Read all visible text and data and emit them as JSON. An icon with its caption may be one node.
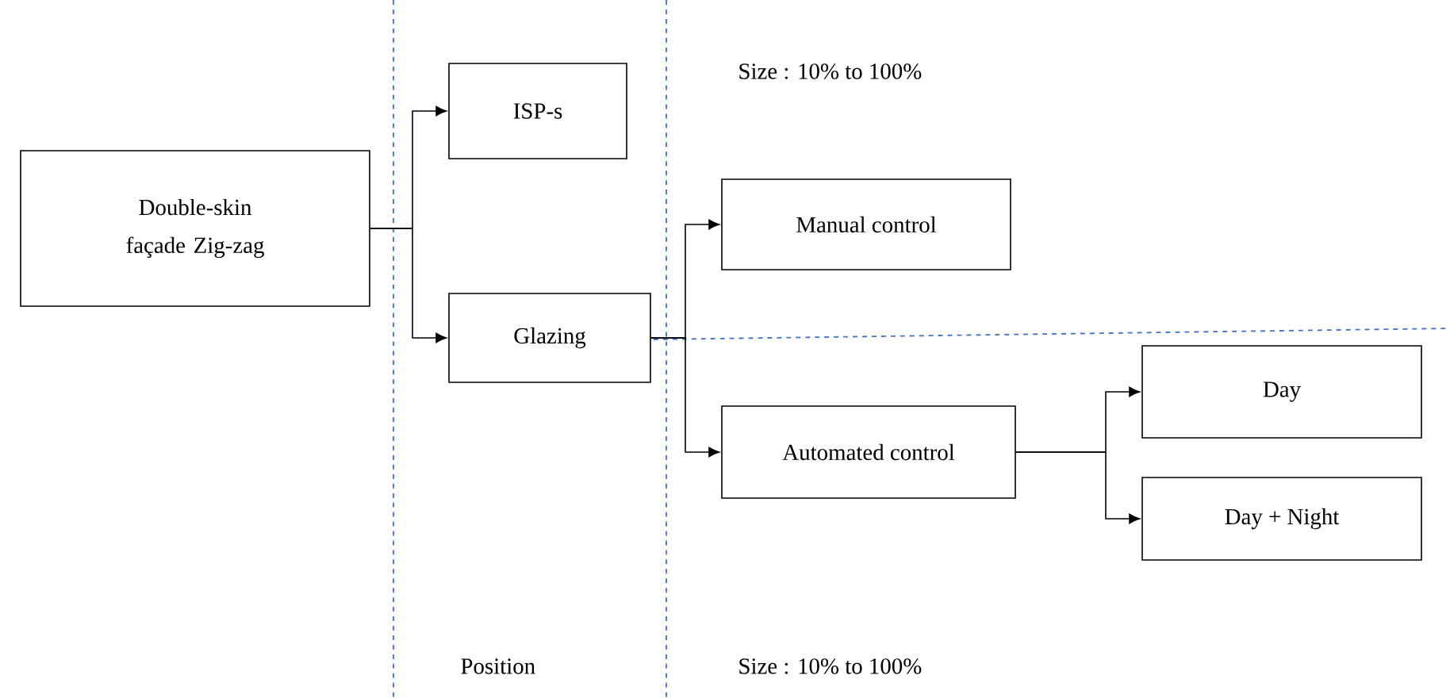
{
  "diagram": {
    "nodes": [
      {
        "text": [
          "Double-skin façade Zig-zag"
        ]
      },
      {
        "text": [
          "ISP-s"
        ]
      },
      {
        "text": [
          "Glazing"
        ]
      },
      {
        "text": [
          "Manual control"
        ]
      },
      {
        "text": [
          "Automated control"
        ]
      },
      {
        "text": [
          "Day"
        ]
      },
      {
        "text": [
          "Day + Night"
        ]
      }
    ],
    "edges": [
      {
        "from": 0,
        "to": 1,
        "arrow": "to"
      },
      {
        "from": 0,
        "to": 2,
        "arrow": "to"
      },
      {
        "from": 2,
        "to": 3,
        "arrow": "to"
      },
      {
        "from": 2,
        "to": 4,
        "arrow": "to"
      },
      {
        "from": 4,
        "to": 5,
        "arrow": "to"
      },
      {
        "from": 4,
        "to": 6,
        "arrow": "to"
      }
    ],
    "labels": [
      "Size : 10% to 100%",
      "Position",
      "Size : 10% to 100%"
    ]
  }
}
